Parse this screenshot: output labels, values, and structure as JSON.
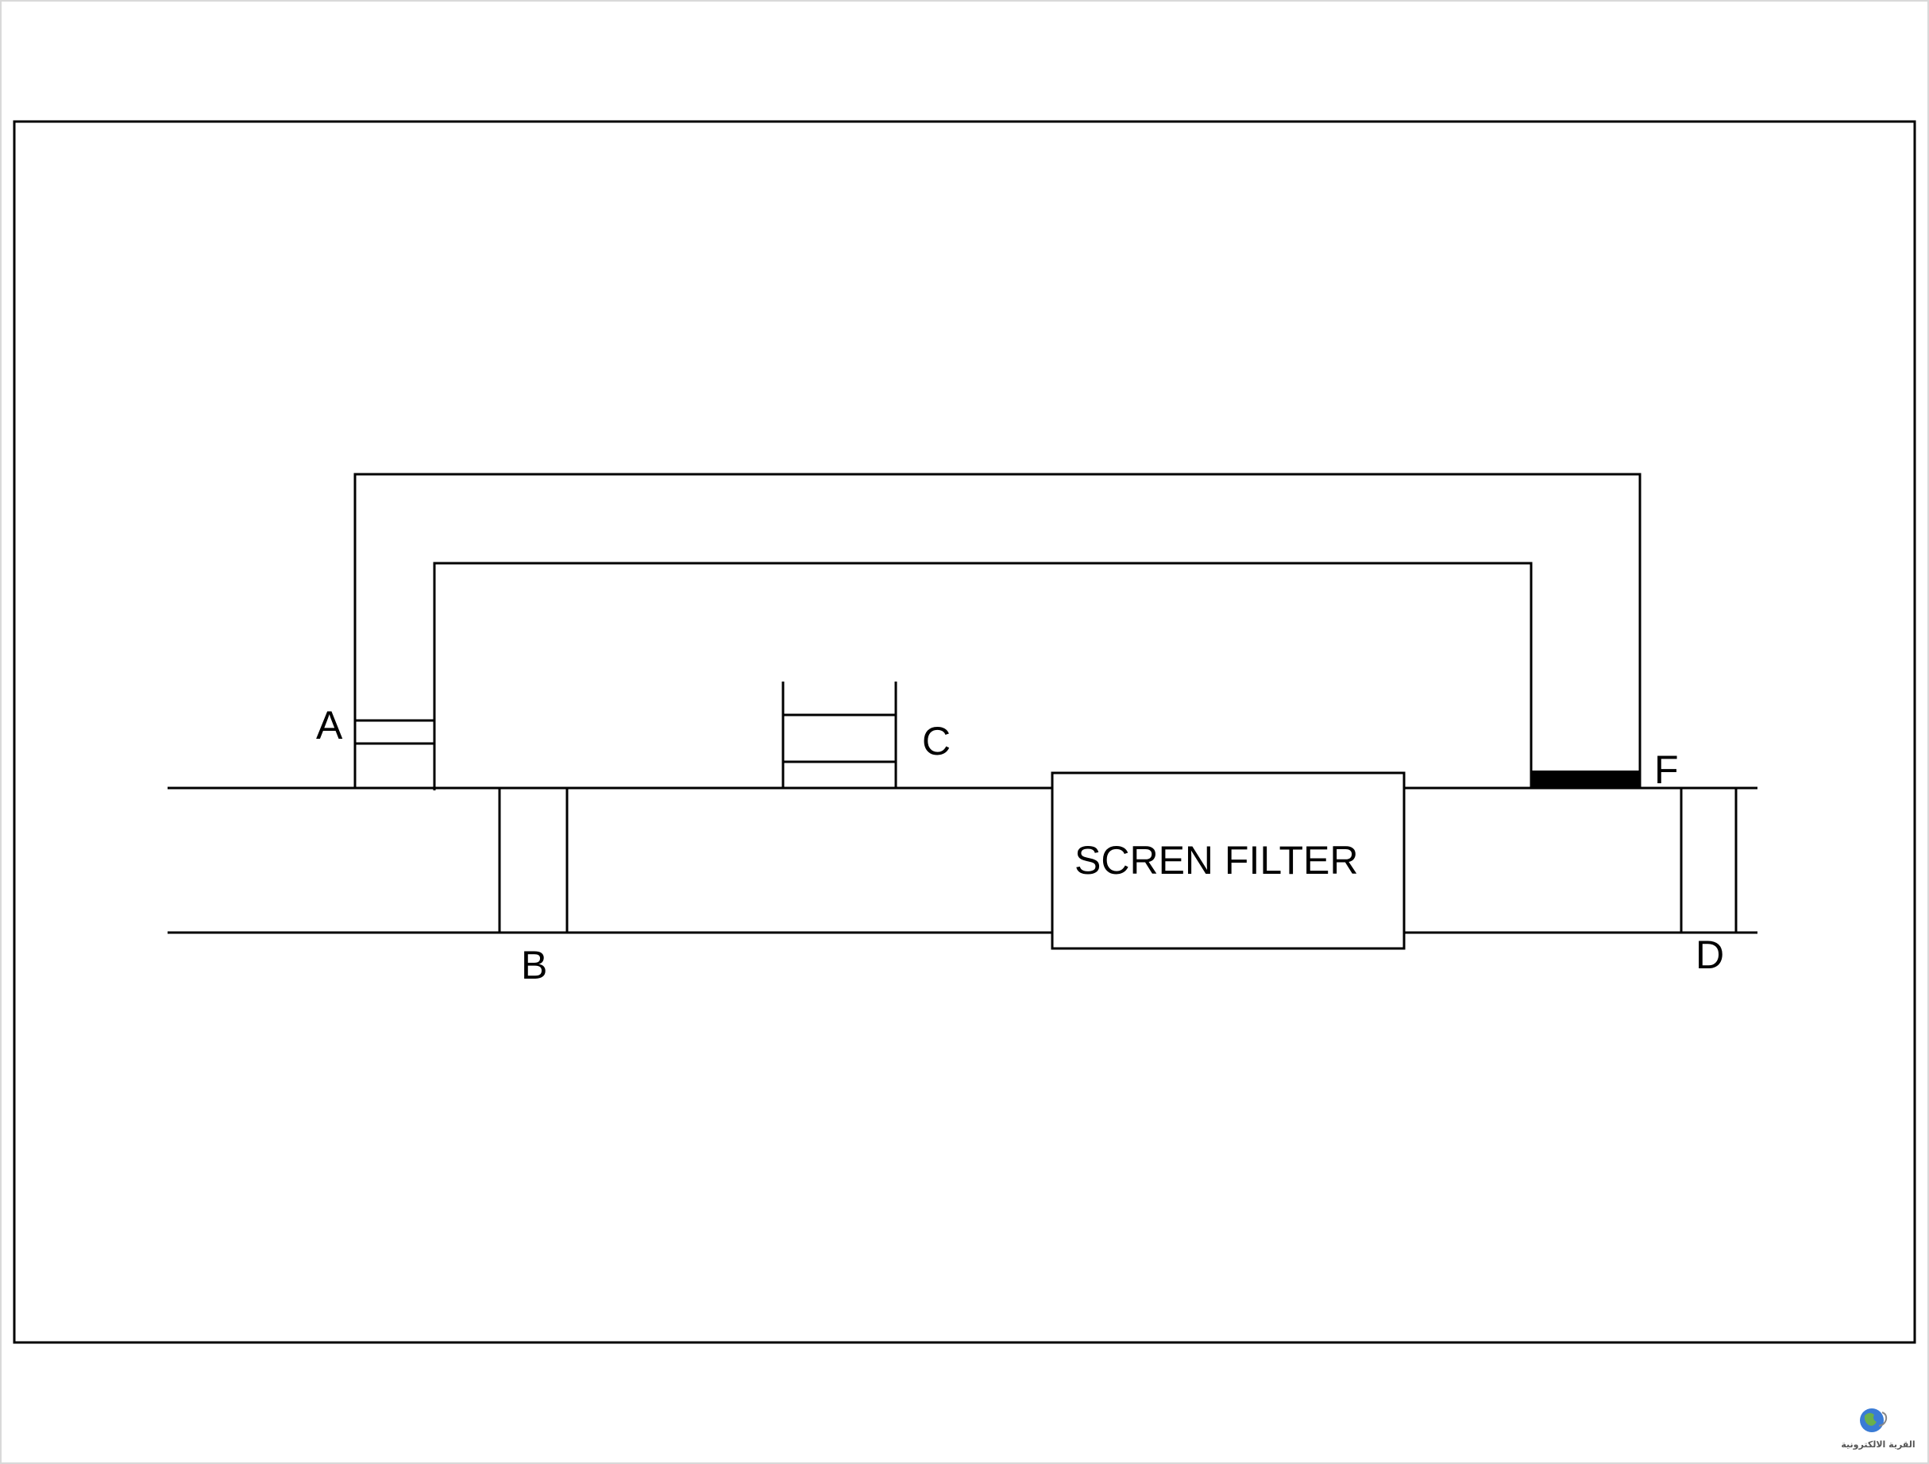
{
  "diagram": {
    "labels": {
      "a": "A",
      "b": "B",
      "c": "C",
      "d": "D",
      "f": "F"
    },
    "filter_label": "SCREN FILTER"
  },
  "logo": {
    "text": "القرية الالكترونية",
    "globe_color": "#3a7bd5",
    "land_color": "#6ab04c"
  },
  "colors": {
    "line": "#000000",
    "background": "#ffffff",
    "fill_block": "#000000"
  }
}
